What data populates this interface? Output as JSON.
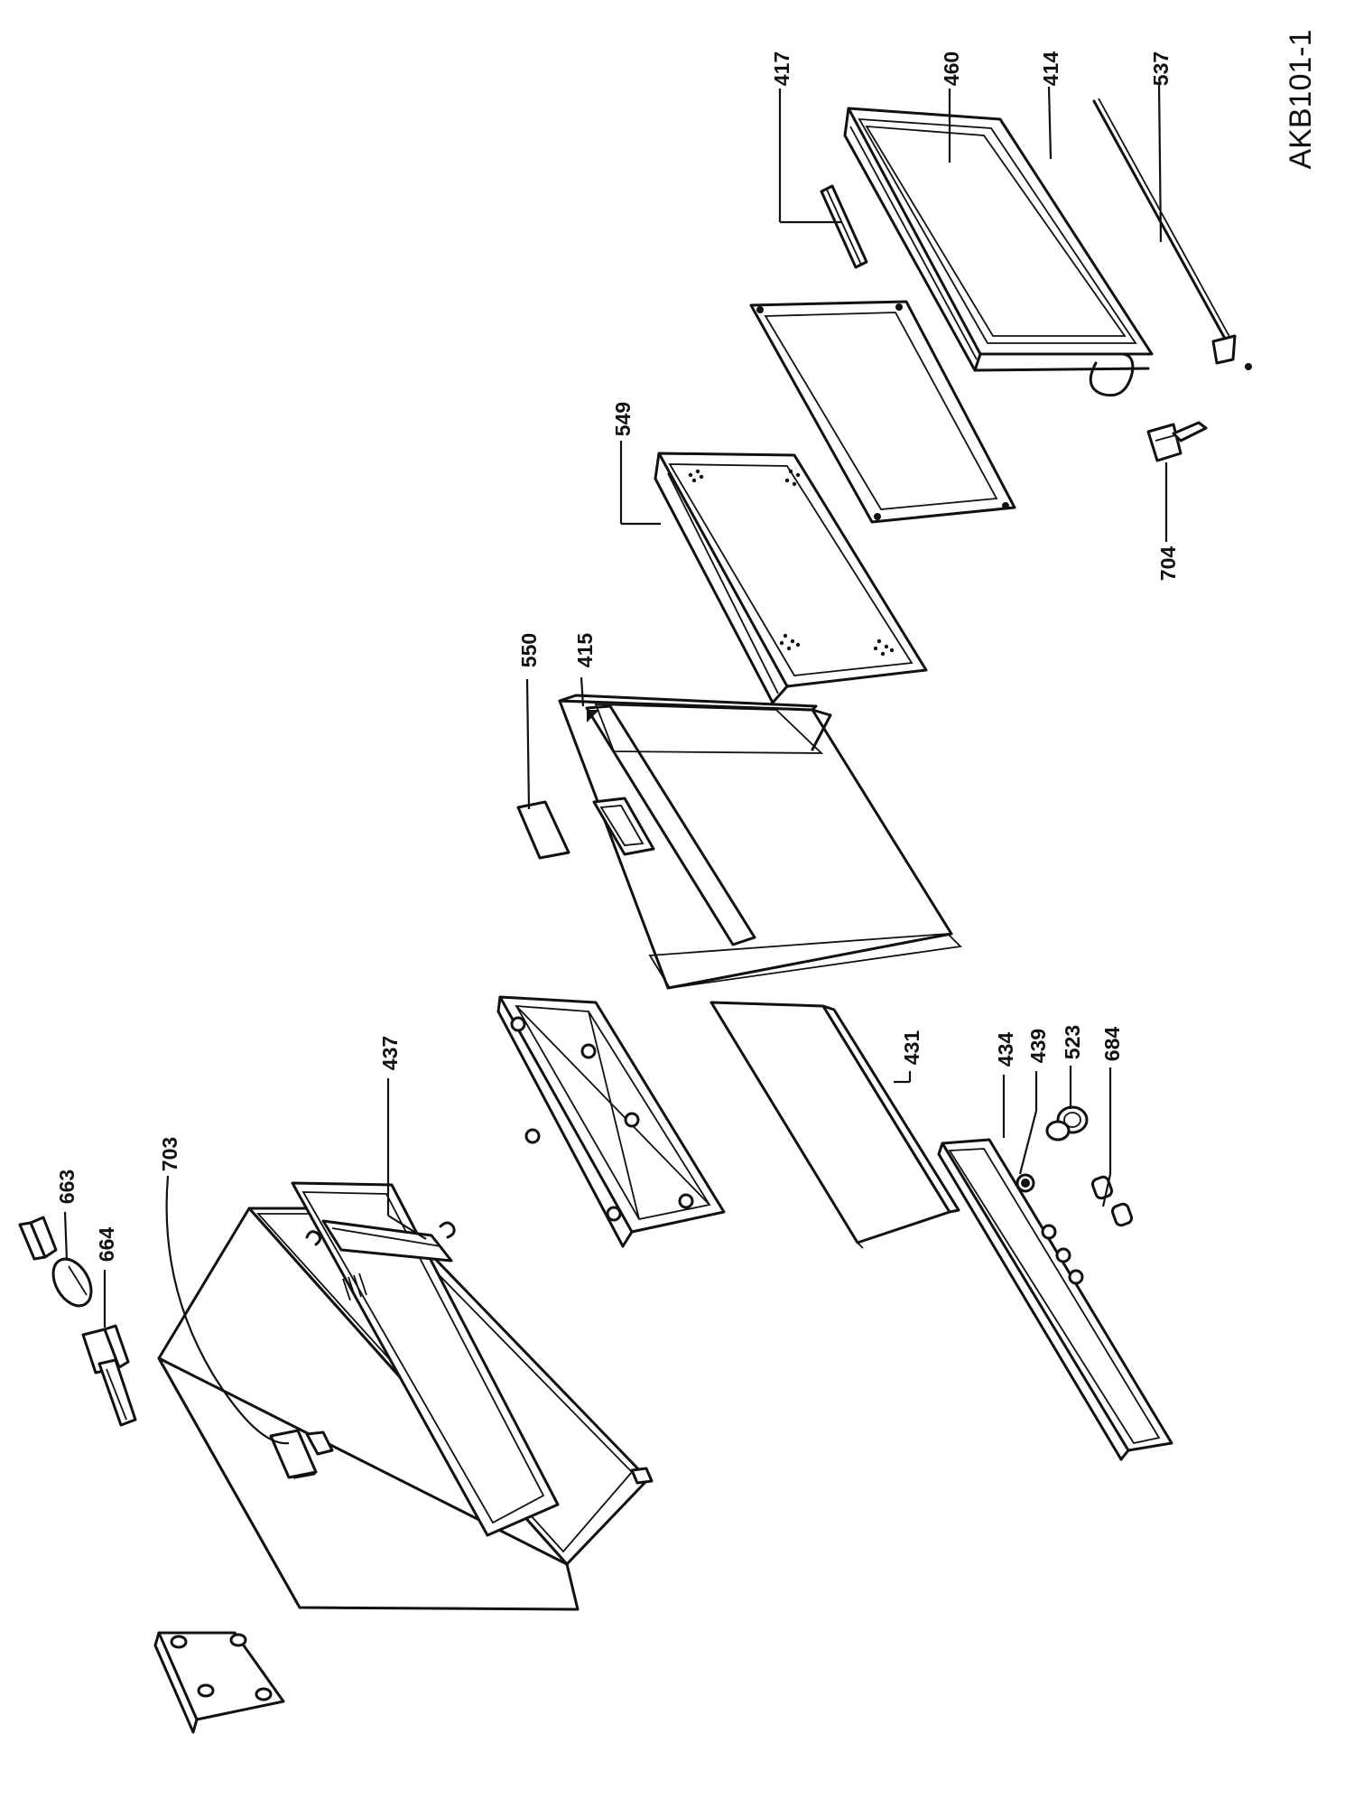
{
  "diagram": {
    "drawing_code": "AKB101-1",
    "part_labels": {
      "p417": "417",
      "p460": "460",
      "p414": "414",
      "p537": "537",
      "p549": "549",
      "p550": "550",
      "p415": "415",
      "p704": "704",
      "p437": "437",
      "p431": "431",
      "p434": "434",
      "p439": "439",
      "p523": "523",
      "p684": "684",
      "p663": "663",
      "p664": "664",
      "p703": "703"
    }
  }
}
